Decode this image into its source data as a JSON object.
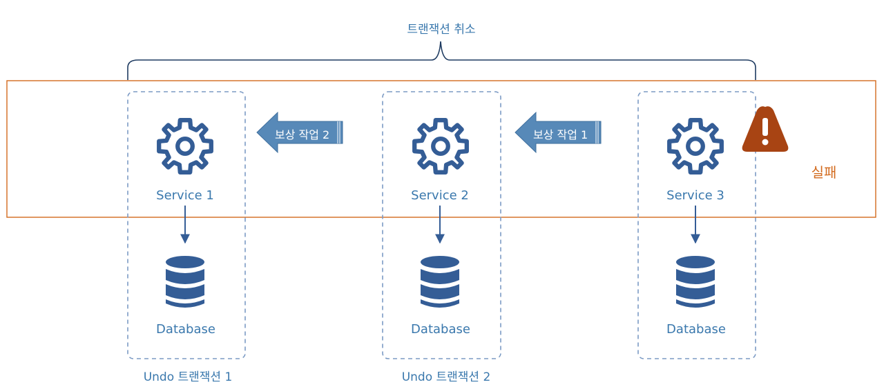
{
  "header": {
    "label": "트랜잭션 취소"
  },
  "services": [
    {
      "name": "Service 1",
      "db": "Database",
      "undo": "Undo 트랜잭션 1"
    },
    {
      "name": "Service 2",
      "db": "Database",
      "undo": "Undo 트랜잭션 2"
    },
    {
      "name": "Service 3",
      "db": "Database"
    }
  ],
  "compensation": [
    {
      "label": "보상 작업 2"
    },
    {
      "label": "보상 작업 1"
    }
  ],
  "failure": {
    "label": "실패",
    "icon": "warning-icon"
  },
  "colors": {
    "service_blue": "#3a78ad",
    "icon_blue": "#345d96",
    "dash_border": "#7b9ac4",
    "fail_orange": "#d26a1d",
    "warning_fill": "#a84413"
  }
}
